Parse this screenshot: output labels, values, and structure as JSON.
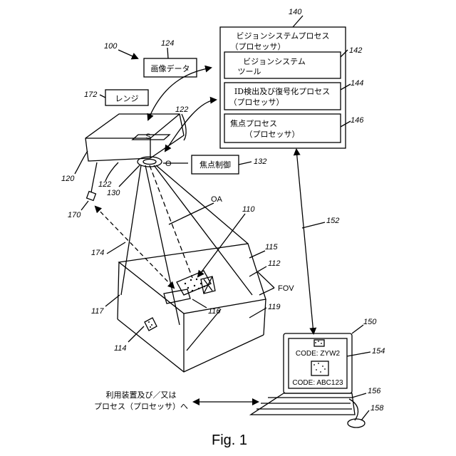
{
  "figure": {
    "caption": "Fig. 1",
    "ref_100": "100",
    "image_data": {
      "text": "画像データ",
      "ref": "124"
    },
    "lens": {
      "text": "レンジ",
      "ref": "172"
    },
    "camera": {
      "ref_body": "120",
      "ref_sensor": "122",
      "ref_sensor_b": "122",
      "sensor_symbol": "S",
      "ref_lens_ring": "130",
      "ref_indicator": "170"
    },
    "focus_control": {
      "text": "焦点制御",
      "ref": "132",
      "optic_letter": "O"
    },
    "process": {
      "ref": "140",
      "title_line1": "ビジョンシステムプロセス",
      "title_line2": "（プロセッサ）",
      "tools": {
        "line1": "ビジョンシステム",
        "line2": "ツール",
        "ref": "142"
      },
      "id_decode": {
        "line1": "ID検出及び復号化プロセス",
        "line2": "（プロセッサ）",
        "ref": "144"
      },
      "focus_proc": {
        "line1": "焦点プロセス",
        "line2": "（プロセッサ）",
        "ref": "146"
      }
    },
    "labels": {
      "oa": "OA",
      "fov": "FOV",
      "r110": "110",
      "r112": "112",
      "r114": "114",
      "r115": "115",
      "r116": "116",
      "r117": "117",
      "r119": "119",
      "r152": "152",
      "r174": "174"
    },
    "computer": {
      "ref": "150",
      "ref_screen": "154",
      "ref_keyboard": "156",
      "ref_mouse": "158",
      "code1": "CODE: ZYW2",
      "code2": "CODE: ABC123"
    },
    "utility": {
      "line1": "利用装置及び／又は",
      "line2": "プロセス（プロセッサ）へ"
    }
  }
}
